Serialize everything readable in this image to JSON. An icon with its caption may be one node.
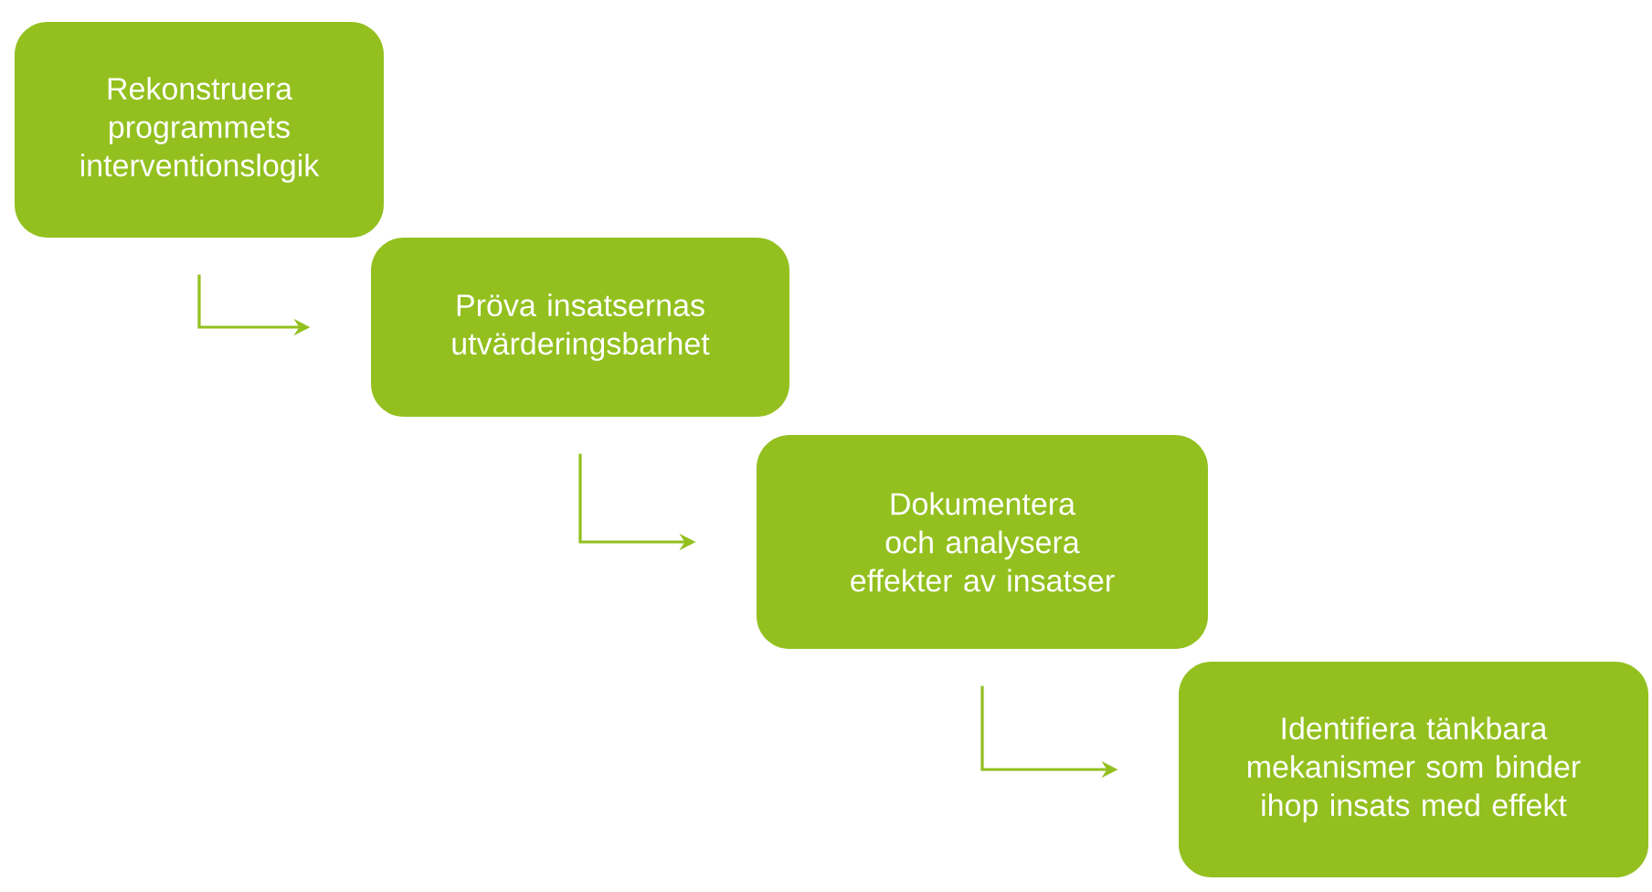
{
  "diagram": {
    "nodes": [
      {
        "text": [
          "Rekonstruera programmets interventionslogik"
        ]
      },
      {
        "text": [
          "Pröva insatsernas utvärderingsbarhet"
        ]
      },
      {
        "text": [
          "Dokumentera och analysera effekter av insatser"
        ]
      },
      {
        "text": [
          "Identifiera tänkbara mekanismer som binder ihop insats med effekt"
        ]
      }
    ],
    "edges": [
      {
        "from": 0,
        "to": 1,
        "arrow": "to"
      },
      {
        "from": 1,
        "to": 2,
        "arrow": "to"
      },
      {
        "from": 2,
        "to": 3,
        "arrow": "to"
      }
    ]
  }
}
